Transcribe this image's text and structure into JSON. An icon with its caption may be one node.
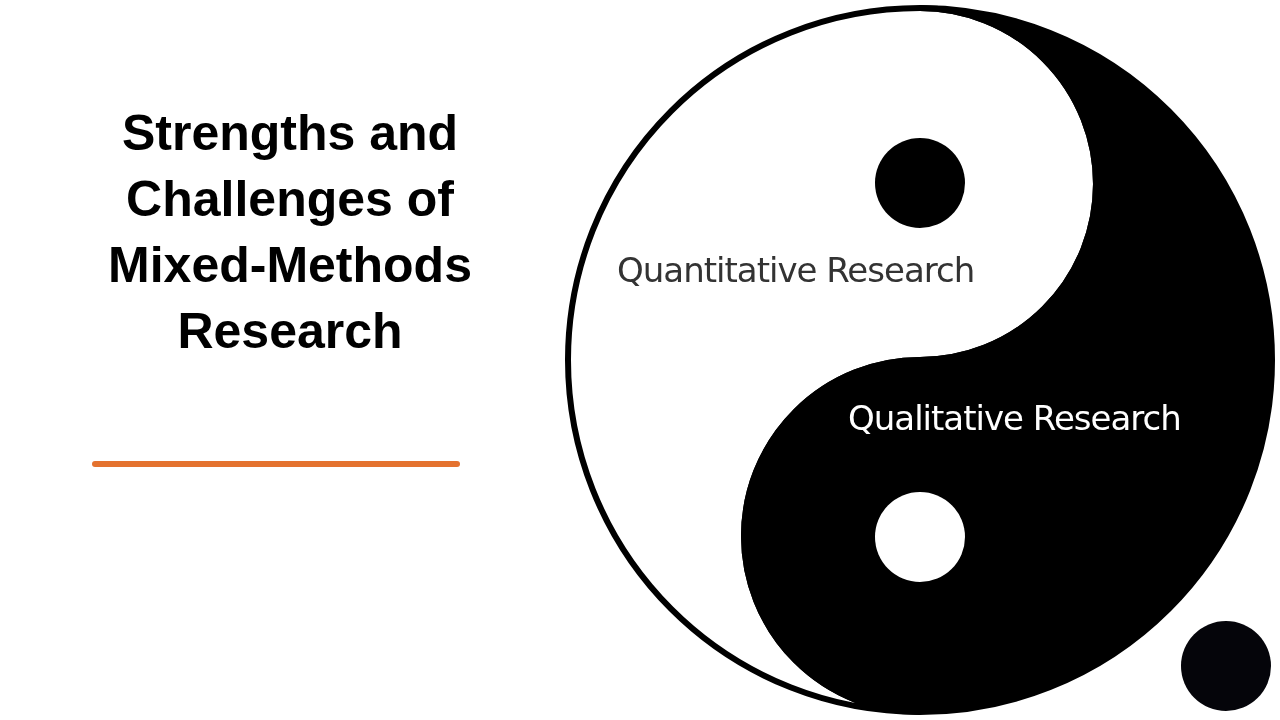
{
  "diagram": {
    "title": "Strengths and Challenges of Mixed-Methods Research",
    "nodes": [
      {
        "text": [
          "Quantitative Research"
        ]
      },
      {
        "text": [
          "Qualitative Research"
        ]
      }
    ]
  }
}
